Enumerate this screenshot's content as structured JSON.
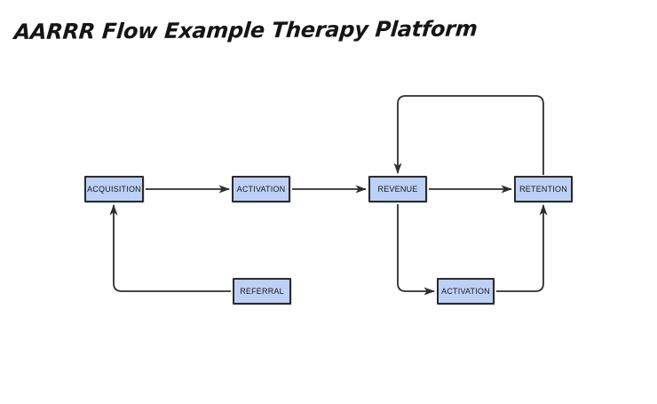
{
  "title": "AARRR Flow Example Therapy Platform",
  "diagram": {
    "nodes": [
      {
        "id": "acquisition",
        "label": "ACQUISITION"
      },
      {
        "id": "activation-top",
        "label": "ACTIVATION"
      },
      {
        "id": "revenue",
        "label": "REVENUE"
      },
      {
        "id": "retention",
        "label": "RETENTION"
      },
      {
        "id": "referral",
        "label": "REFERRAL"
      },
      {
        "id": "activation-bottom",
        "label": "ACTIVATION"
      }
    ],
    "edges": [
      {
        "from": "acquisition",
        "to": "activation-top",
        "route": "straight-right"
      },
      {
        "from": "activation-top",
        "to": "revenue",
        "route": "straight-right"
      },
      {
        "from": "revenue",
        "to": "retention",
        "route": "straight-right"
      },
      {
        "from": "retention",
        "to": "revenue",
        "route": "loop-over-top"
      },
      {
        "from": "revenue",
        "to": "activation-bottom",
        "route": "down-then-right"
      },
      {
        "from": "activation-bottom",
        "to": "retention",
        "route": "right-then-up"
      },
      {
        "from": "referral",
        "to": "acquisition",
        "route": "left-then-up"
      }
    ],
    "colors": {
      "node_fill": "#bdd0f5",
      "node_border": "#2b2b2b",
      "connector": "#2e2e2e",
      "title_color": "#151515",
      "canvas_bg": "#ffffff"
    }
  }
}
